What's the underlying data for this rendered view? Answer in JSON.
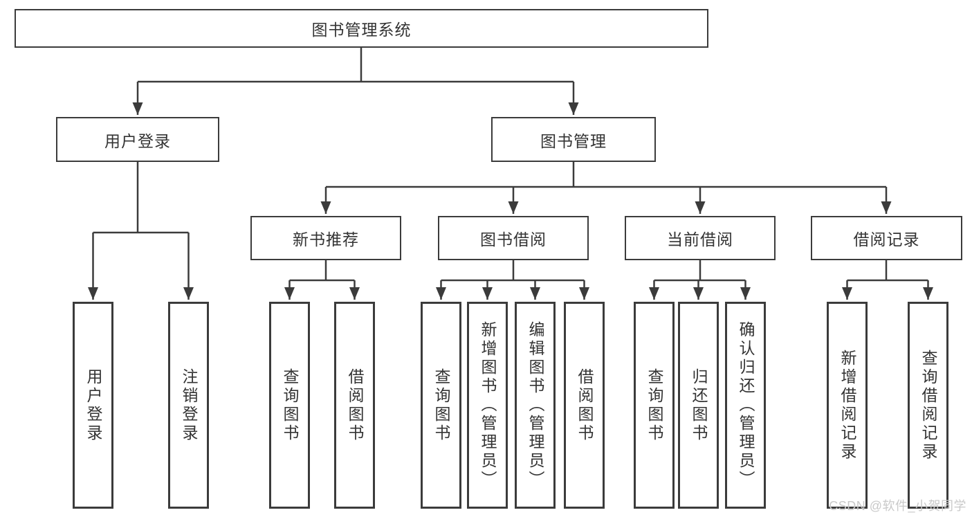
{
  "diagram": {
    "root": "图书管理系统",
    "level2": [
      "用户登录",
      "图书管理"
    ],
    "level3": [
      "新书推荐",
      "图书借阅",
      "当前借阅",
      "借阅记录"
    ],
    "leaves": {
      "login": [
        "用户登录",
        "注销登录"
      ],
      "recommend": [
        "查询图书",
        "借阅图书"
      ],
      "borrow": [
        "查询图书",
        "新增图书（管理员）",
        "编辑图书（管理员）",
        "借阅图书"
      ],
      "current": [
        "查询图书",
        "归还图书",
        "确认归还（管理员）"
      ],
      "records": [
        "新增借阅记录",
        "查询借阅记录"
      ]
    }
  },
  "watermark": "CSDN @软件_小贺同学",
  "colors": {
    "stroke": "#3b3b3b",
    "text": "#333333",
    "watermark_text": "#c9c9c9",
    "background": "#ffffff"
  }
}
